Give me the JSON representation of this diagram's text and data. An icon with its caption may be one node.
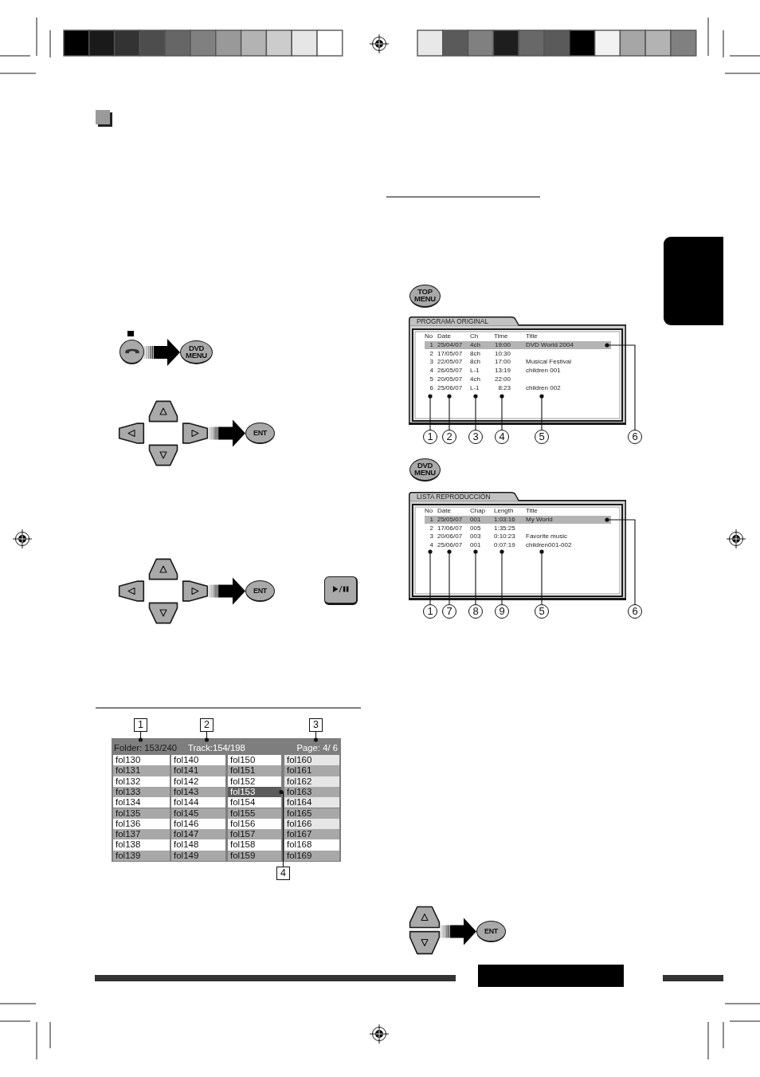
{
  "diagram": {
    "nodes": [
      {
        "text": [],
        "shape": "circle"
      },
      {
        "text": [
          "DVD MENU"
        ]
      },
      {
        "text": [],
        "shape": "picture"
      },
      {
        "text": [
          "ENT"
        ]
      },
      {
        "text": [],
        "shape": "picture"
      },
      {
        "text": [
          "ENT"
        ]
      },
      {
        "text": [],
        "shape": "box"
      },
      {
        "text": [
          "1"
        ]
      },
      {
        "text": [
          "2"
        ]
      },
      {
        "text": [
          "3"
        ]
      },
      {
        "text": [],
        "shape": "box"
      },
      {
        "text": [
          "Folder: 153/240"
        ],
        "in": 10
      },
      {
        "text": [
          "Track:154/198"
        ],
        "in": 10
      },
      {
        "text": [
          "Page: 4/ 6"
        ],
        "in": 10
      },
      {
        "text": [
          "fol153"
        ],
        "in": 10
      },
      {
        "text": [
          "4"
        ]
      },
      {
        "text": [
          "TOP MENU"
        ]
      },
      {
        "text": [
          "PROGRAMA ORIGINAL"
        ]
      },
      {
        "text": [
          "1"
        ]
      },
      {
        "text": [
          "2"
        ]
      },
      {
        "text": [
          "3"
        ]
      },
      {
        "text": [
          "4"
        ]
      },
      {
        "text": [
          "5"
        ]
      },
      {
        "text": [
          "6"
        ]
      },
      {
        "text": [
          "DVD MENU"
        ]
      },
      {
        "text": [
          "LISTA REPRODUCCIÓN"
        ]
      },
      {
        "text": [
          "1"
        ]
      },
      {
        "text": [
          "7"
        ]
      },
      {
        "text": [
          "8"
        ]
      },
      {
        "text": [
          "9"
        ]
      },
      {
        "text": [
          "5"
        ]
      },
      {
        "text": [
          "6"
        ]
      },
      {
        "text": [],
        "shape": "picture"
      },
      {
        "text": [
          "ENT"
        ]
      },
      {
        "text": [],
        "shape": "box"
      }
    ],
    "edges": [
      {
        "from": 0,
        "to": 1,
        "arrow": "to",
        "style": "thick"
      },
      {
        "from": 2,
        "to": 3,
        "arrow": "to",
        "style": "thick"
      },
      {
        "from": 4,
        "to": 5,
        "arrow": "to",
        "style": "thick"
      },
      {
        "from": 7,
        "to": 11,
        "arrow": "other"
      },
      {
        "from": 8,
        "to": 12,
        "arrow": "other"
      },
      {
        "from": 9,
        "to": 13,
        "arrow": "other"
      },
      {
        "from": 15,
        "to": 14,
        "arrow": "other"
      },
      {
        "from": 18,
        "to": 17,
        "arrow": "other"
      },
      {
        "from": 19,
        "to": 17,
        "arrow": "other"
      },
      {
        "from": 20,
        "to": 17,
        "arrow": "other"
      },
      {
        "from": 21,
        "to": 17,
        "arrow": "other"
      },
      {
        "from": 22,
        "to": 17,
        "arrow": "other"
      },
      {
        "from": 23,
        "to": 17,
        "arrow": "other"
      },
      {
        "from": 26,
        "to": 25,
        "arrow": "other"
      },
      {
        "from": 27,
        "to": 25,
        "arrow": "other"
      },
      {
        "from": 28,
        "to": 25,
        "arrow": "other"
      },
      {
        "from": 29,
        "to": 25,
        "arrow": "other"
      },
      {
        "from": 30,
        "to": 25,
        "arrow": "other"
      },
      {
        "from": 31,
        "to": 25,
        "arrow": "other"
      },
      {
        "from": 32,
        "to": 33,
        "arrow": "to",
        "style": "thick"
      }
    ],
    "labels": [
      "fol130",
      "fol140",
      "fol150",
      "fol160",
      "fol131",
      "fol141",
      "fol151",
      "fol161",
      "fol132",
      "fol142",
      "fol152",
      "fol162",
      "fol133",
      "fol143",
      "fol163",
      "fol134",
      "fol144",
      "fol154",
      "fol164",
      "fol135",
      "fol145",
      "fol155",
      "fol165",
      "fol136",
      "fol146",
      "fol156",
      "fol166",
      "fol137",
      "fol147",
      "fol157",
      "fol167",
      "fol138",
      "fol148",
      "fol158",
      "fol168",
      "fol139",
      "fol149",
      "fol159",
      "fol169",
      "No",
      "Date",
      "Ch",
      "Time",
      "Title",
      "1",
      "25/04/07",
      "4ch",
      "19:00",
      "DVD World 2004",
      "2",
      "17/05/07",
      "8ch",
      "10:30",
      "3",
      "22/05/07",
      "8ch",
      "17:00",
      "Musical Festival",
      "4",
      "26/05/07",
      "L-1",
      "13:19",
      "children 001",
      "5",
      "20/05/07",
      "4ch",
      "22:00",
      "6",
      "25/06/07",
      "L-1",
      "8:23",
      "children 002",
      "No",
      "Date",
      "Chap",
      "Length",
      "Title",
      "1",
      "25/05/07",
      "001",
      "1:03:16",
      "My World",
      "2",
      "17/06/07",
      "005",
      "1:35:25",
      "3",
      "20/06/07",
      "003",
      "0:10:23",
      "Favorite music",
      "4",
      "25/06/07",
      "001",
      "0:07:19",
      "children001-002"
    ]
  }
}
